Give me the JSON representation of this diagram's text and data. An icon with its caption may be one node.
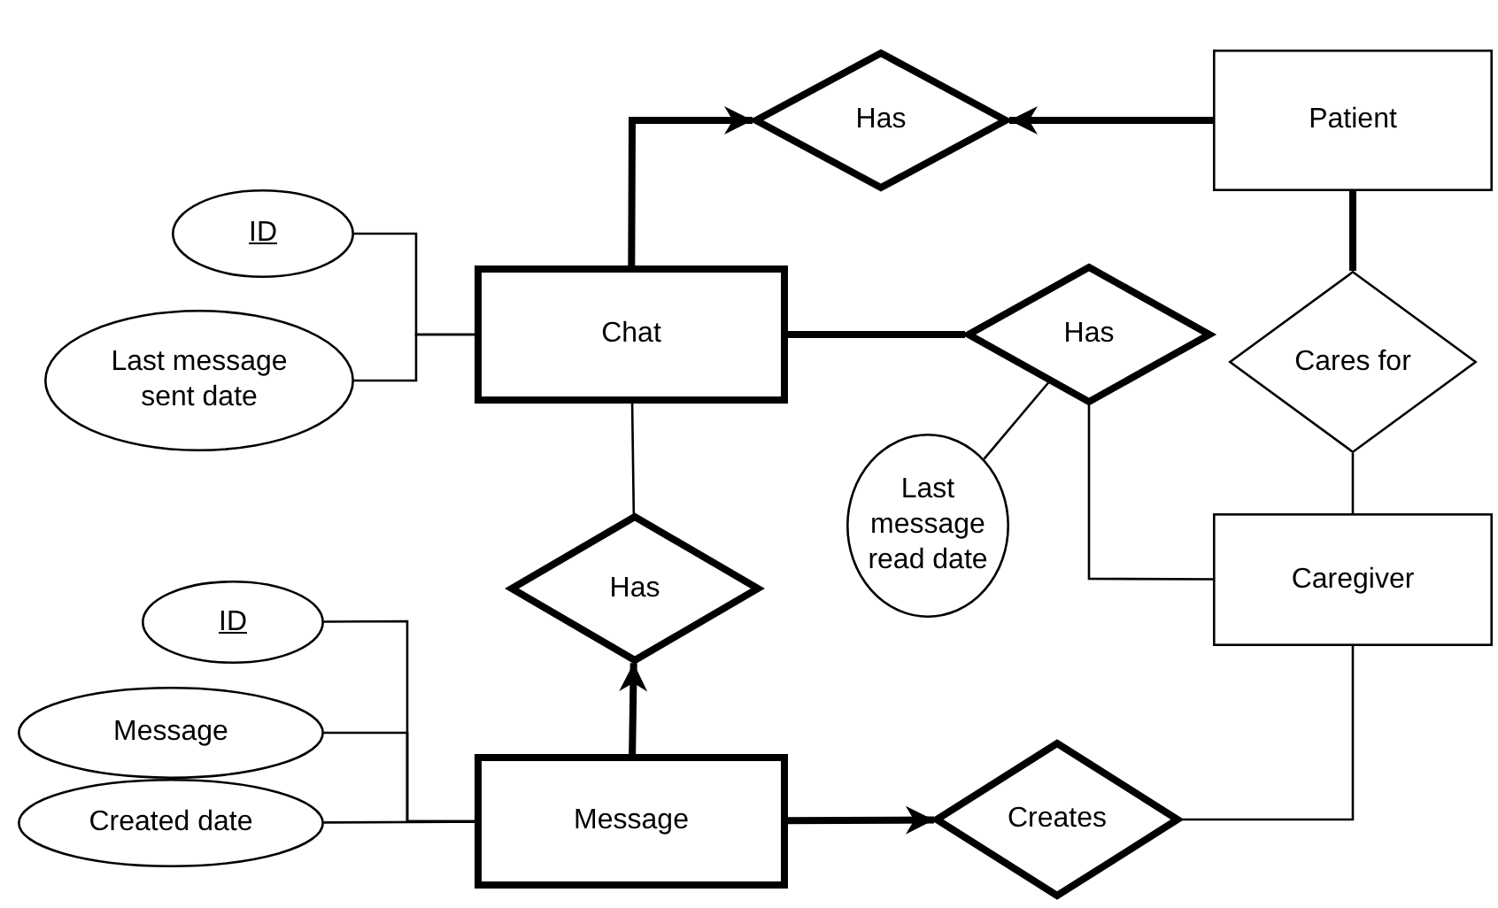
{
  "diagram": {
    "nodes": [
      {
        "text": [
          "Has"
        ]
      },
      {
        "text": [
          "Patient"
        ]
      },
      {
        "text": [
          "ID"
        ]
      },
      {
        "text": [
          "Chat"
        ]
      },
      {
        "text": [
          "Last message sent date"
        ]
      },
      {
        "text": [
          "Has"
        ]
      },
      {
        "text": [
          "Cares for"
        ]
      },
      {
        "text": [
          "Last message read date"
        ]
      },
      {
        "text": [
          "Caregiver"
        ]
      },
      {
        "text": [
          "Has"
        ]
      },
      {
        "text": [
          "ID"
        ]
      },
      {
        "text": [
          "Message"
        ]
      },
      {
        "text": [
          "Message"
        ]
      },
      {
        "text": [
          "Created date"
        ]
      },
      {
        "text": [
          "Creates"
        ]
      }
    ],
    "edges": [
      {
        "from": 3,
        "to": 0,
        "arrow": "to",
        "style": "thick"
      },
      {
        "from": 1,
        "to": 0,
        "arrow": "to",
        "style": "thick"
      },
      {
        "from": 2,
        "to": 3,
        "arrow": "none"
      },
      {
        "from": 4,
        "to": 3,
        "arrow": "none"
      },
      {
        "from": 3,
        "to": 5,
        "arrow": "none",
        "style": "thick"
      },
      {
        "from": 5,
        "to": 7,
        "arrow": "none"
      },
      {
        "from": 5,
        "to": 8,
        "arrow": "none"
      },
      {
        "from": 1,
        "to": 6,
        "arrow": "none",
        "style": "thick"
      },
      {
        "from": 6,
        "to": 8,
        "arrow": "none"
      },
      {
        "from": 3,
        "to": 9,
        "arrow": "none"
      },
      {
        "from": 12,
        "to": 9,
        "arrow": "to",
        "style": "thick"
      },
      {
        "from": 12,
        "to": 14,
        "arrow": "to",
        "style": "thick"
      },
      {
        "from": 14,
        "to": 8,
        "arrow": "none"
      },
      {
        "from": 10,
        "to": 12,
        "arrow": "none"
      },
      {
        "from": 11,
        "to": 12,
        "arrow": "none"
      },
      {
        "from": 13,
        "to": 12,
        "arrow": "none"
      }
    ]
  }
}
